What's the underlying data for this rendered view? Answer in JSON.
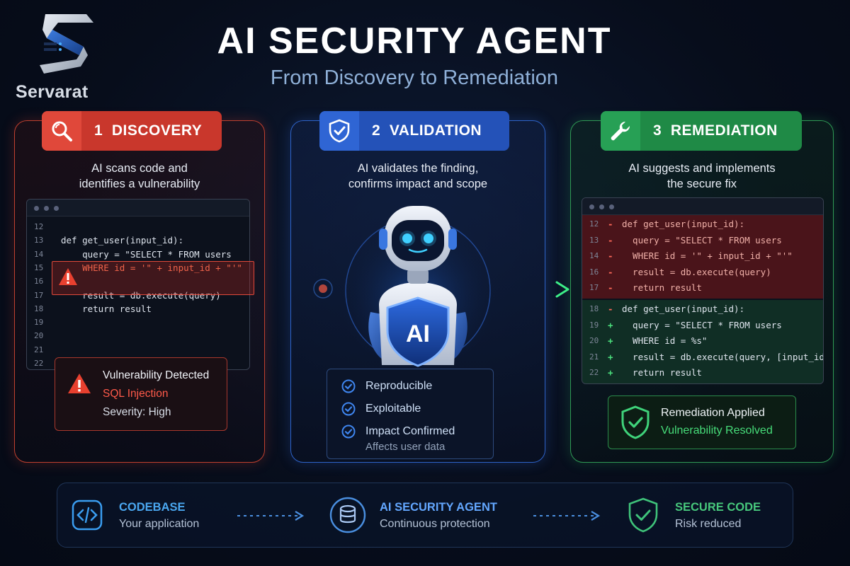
{
  "brand": {
    "name": "Servarat"
  },
  "header": {
    "title": "AI SECURITY AGENT",
    "subtitle": "From Discovery to Remediation"
  },
  "discovery": {
    "number": "1",
    "label": "DISCOVERY",
    "desc_line1": "AI scans code and",
    "desc_line2": "identifies a vulnerability",
    "icon": "magnifier-icon",
    "code": [
      {
        "ln": "12",
        "text": ""
      },
      {
        "ln": "13",
        "text": "def get_user(input_id):"
      },
      {
        "ln": "14",
        "text": "    query = \"SELECT * FROM users"
      },
      {
        "ln": "15",
        "text": "    WHERE id = '\" + input_id + \"'\""
      },
      {
        "ln": "16",
        "text": ""
      },
      {
        "ln": "17",
        "text": "    result = db.execute(query)"
      },
      {
        "ln": "18",
        "text": "    return result"
      },
      {
        "ln": "19",
        "text": ""
      },
      {
        "ln": "20",
        "text": ""
      },
      {
        "ln": "21",
        "text": ""
      },
      {
        "ln": "22",
        "text": ""
      }
    ],
    "alert": {
      "title": "Vulnerability Detected",
      "type": "SQL Injection",
      "severity": "Severity: High"
    }
  },
  "validation": {
    "number": "2",
    "label": "VALIDATION",
    "desc_line1": "AI validates the finding,",
    "desc_line2": "confirms impact and scope",
    "icon": "shield-check-icon",
    "robot_badge": "AI",
    "checks": [
      "Reproducible",
      "Exploitable",
      "Impact Confirmed"
    ],
    "check_sub": "Affects user data"
  },
  "remediation": {
    "number": "3",
    "label": "REMEDIATION",
    "desc_line1": "AI suggests and implements",
    "desc_line2": "the secure fix",
    "icon": "wrench-icon",
    "removed": [
      {
        "ln": "12",
        "sign": "-",
        "text": "def get_user(input_id):"
      },
      {
        "ln": "13",
        "sign": "-",
        "text": "  query = \"SELECT * FROM users"
      },
      {
        "ln": "14",
        "sign": "-",
        "text": "  WHERE id = '\" + input_id + \"'\""
      },
      {
        "ln": "16",
        "sign": "-",
        "text": "  result = db.execute(query)"
      },
      {
        "ln": "17",
        "sign": "-",
        "text": "  return result"
      }
    ],
    "added": [
      {
        "ln": "18",
        "sign": "-",
        "text": "def get_user(input_id):"
      },
      {
        "ln": "19",
        "sign": "+",
        "text": "  query = \"SELECT * FROM users"
      },
      {
        "ln": "20",
        "sign": "+",
        "text": "  WHERE id = %s\""
      },
      {
        "ln": "21",
        "sign": "+",
        "text": "  result = db.execute(query, [input_id])"
      },
      {
        "ln": "22",
        "sign": "+",
        "text": "  return result"
      }
    ],
    "status": {
      "title": "Remediation Applied",
      "detail": "Vulnerability Resolved"
    }
  },
  "pipeline": [
    {
      "title": "CODEBASE",
      "subtitle": "Your application",
      "icon": "code-icon"
    },
    {
      "title": "AI SECURITY AGENT",
      "subtitle": "Continuous protection",
      "icon": "database-icon"
    },
    {
      "title": "SECURE CODE",
      "subtitle": "Risk reduced",
      "icon": "shield-check-icon"
    }
  ],
  "colors": {
    "discovery": "#c9372c",
    "validation": "#2452b8",
    "remediation": "#1f8a46",
    "danger_text": "#ff5a4a",
    "success_text": "#47dd7a"
  }
}
